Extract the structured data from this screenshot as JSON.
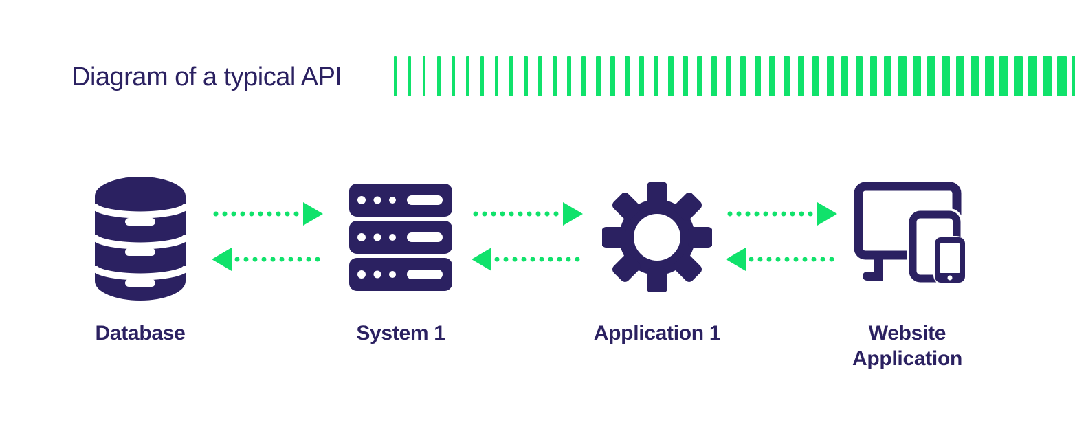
{
  "title": "Diagram of a typical API",
  "colors": {
    "navy": "#2b2161",
    "green": "#10e26b",
    "background": "#ffffff"
  },
  "divider_bars": {
    "count": 48
  },
  "nodes": [
    {
      "id": "database",
      "label": "Database",
      "icon": "database-icon"
    },
    {
      "id": "system-1",
      "label": "System 1",
      "icon": "server-stack-icon"
    },
    {
      "id": "application-1",
      "label": "Application 1",
      "icon": "gear-icon"
    },
    {
      "id": "website-application",
      "label": "Website\nApplication",
      "icon": "devices-icon"
    }
  ],
  "connections": [
    {
      "from": "Database",
      "to": "System 1",
      "bidirectional": true
    },
    {
      "from": "System 1",
      "to": "Application 1",
      "bidirectional": true
    },
    {
      "from": "Application 1",
      "to": "Website Application",
      "bidirectional": true
    }
  ]
}
